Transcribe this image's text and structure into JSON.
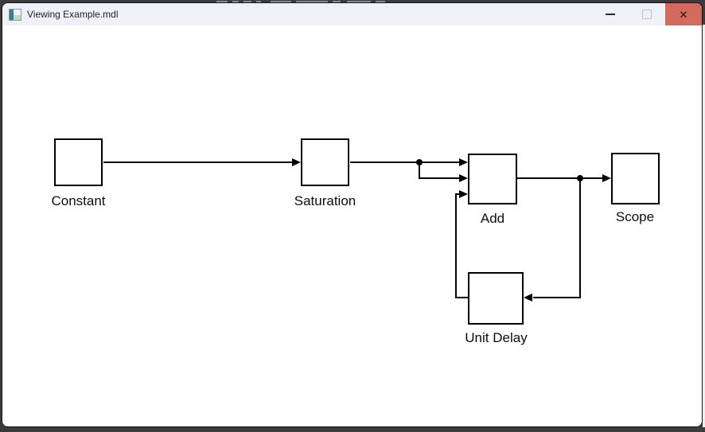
{
  "window": {
    "title": "Viewing Example.mdl",
    "close_glyph": "✕"
  },
  "colors": {
    "titlebar_bg": "#eef2f8",
    "close_button_bg": "#d4695e",
    "desktop_bg": "#3b3b3d",
    "canvas_bg": "#ffffff",
    "wire": "#000000"
  },
  "diagram": {
    "blocks": [
      {
        "name": "constant",
        "label": "Constant"
      },
      {
        "name": "saturation",
        "label": "Saturation"
      },
      {
        "name": "add",
        "label": "Add"
      },
      {
        "name": "scope",
        "label": "Scope"
      },
      {
        "name": "unit_delay",
        "label": "Unit Delay"
      }
    ],
    "connections": [
      {
        "from": "Constant",
        "to": "Add input 1 and input 2 (branch after Saturation)"
      },
      {
        "from": "Saturation",
        "to": "Add"
      },
      {
        "from": "Add",
        "to": "Scope"
      },
      {
        "from": "Add",
        "to": "Unit Delay (branch after Add output)"
      },
      {
        "from": "Unit Delay",
        "to": "Add input 3 (feedback)"
      }
    ]
  }
}
